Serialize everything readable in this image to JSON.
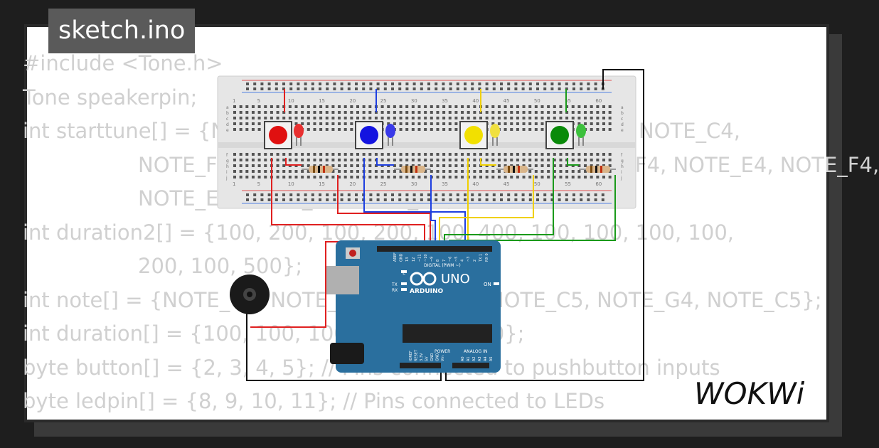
{
  "sketch": {
    "filename": "sketch.ino",
    "code_lines": [
      {
        "text": "#include <Tone.h>",
        "indent": false
      },
      {
        "text": "Tone speakerpin;",
        "indent": false
      },
      {
        "text": "int starttune[] = {NOTE_C4, NOTE_F4, NOTE_C4, NOTE_F4, NOTE_C4,",
        "indent": false
      },
      {
        "text": "NOTE_F4, NOTE_C4, NOTE_F4, NOTE_G4, NOTE_F4, NOTE_E4, NOTE_F4,",
        "indent": true
      },
      {
        "text": "NOTE_E4, NOTE_F4, NOTE_C4};",
        "indent": true
      },
      {
        "text": "int duration2[] = {100, 200, 100, 200, 100, 400, 100, 100, 100, 100,",
        "indent": false
      },
      {
        "text": "200, 100, 500};",
        "indent": true
      },
      {
        "text": "int note[] = {NOTE_C4, NOTE_C4, NOTE_G4, NOTE_C5, NOTE_G4, NOTE_C5};",
        "indent": false
      },
      {
        "text": "int duration[] = {100, 100, 100, 300, 100, 300};",
        "indent": false
      },
      {
        "text": "byte button[] = {2, 3, 4, 5}; // Pins connected to pushbutton inputs",
        "indent": false
      },
      {
        "text": "byte ledpin[] = {8, 9, 10, 11}; // Pins connected to LEDs",
        "indent": false
      }
    ]
  },
  "brand": {
    "name": "WOKWi"
  },
  "arduino": {
    "model": "UNO",
    "vendor": "ARDUINO",
    "digital_label": "DIGITAL (PWM ~)",
    "power_label": "POWER",
    "analog_label": "ANALOG IN",
    "on_label": "ON",
    "l_label": "L",
    "tx_label": "TX",
    "rx_label": "RX",
    "top_pins": [
      "AREF",
      "GND",
      "13",
      "12",
      "~11",
      "~10",
      "~9",
      "8",
      "7",
      "~6",
      "~5",
      "4",
      "~3",
      "2",
      "TX 1",
      "RX 0"
    ],
    "power_pins": [
      "IOREF",
      "RESET",
      "3.3V",
      "5V",
      "GND",
      "GND",
      "Vin"
    ],
    "analog_pins": [
      "A0",
      "A1",
      "A2",
      "A3",
      "A4",
      "A5"
    ]
  },
  "breadboard": {
    "column_numbers": [
      "1",
      "5",
      "10",
      "15",
      "20",
      "25",
      "30",
      "35",
      "40",
      "45",
      "50",
      "55",
      "60"
    ],
    "row_letters_top": [
      "a",
      "b",
      "c",
      "d",
      "e"
    ],
    "row_letters_bottom": [
      "f",
      "g",
      "h",
      "i",
      "j"
    ]
  },
  "components": {
    "buttons": [
      {
        "name": "red",
        "color": "#e01010"
      },
      {
        "name": "blue",
        "color": "#1414e0"
      },
      {
        "name": "yellow",
        "color": "#f2e000"
      },
      {
        "name": "green",
        "color": "#0a8a0a"
      }
    ]
  },
  "colors": {
    "background": "#1e1e1e",
    "code_text": "#d0d0d0",
    "board_blue": "#2a6f9e",
    "wire_red": "#e02020",
    "wire_blue": "#1e3fe0",
    "wire_yellow": "#f0d000",
    "wire_green": "#1a9a1a",
    "wire_black": "#111111"
  }
}
